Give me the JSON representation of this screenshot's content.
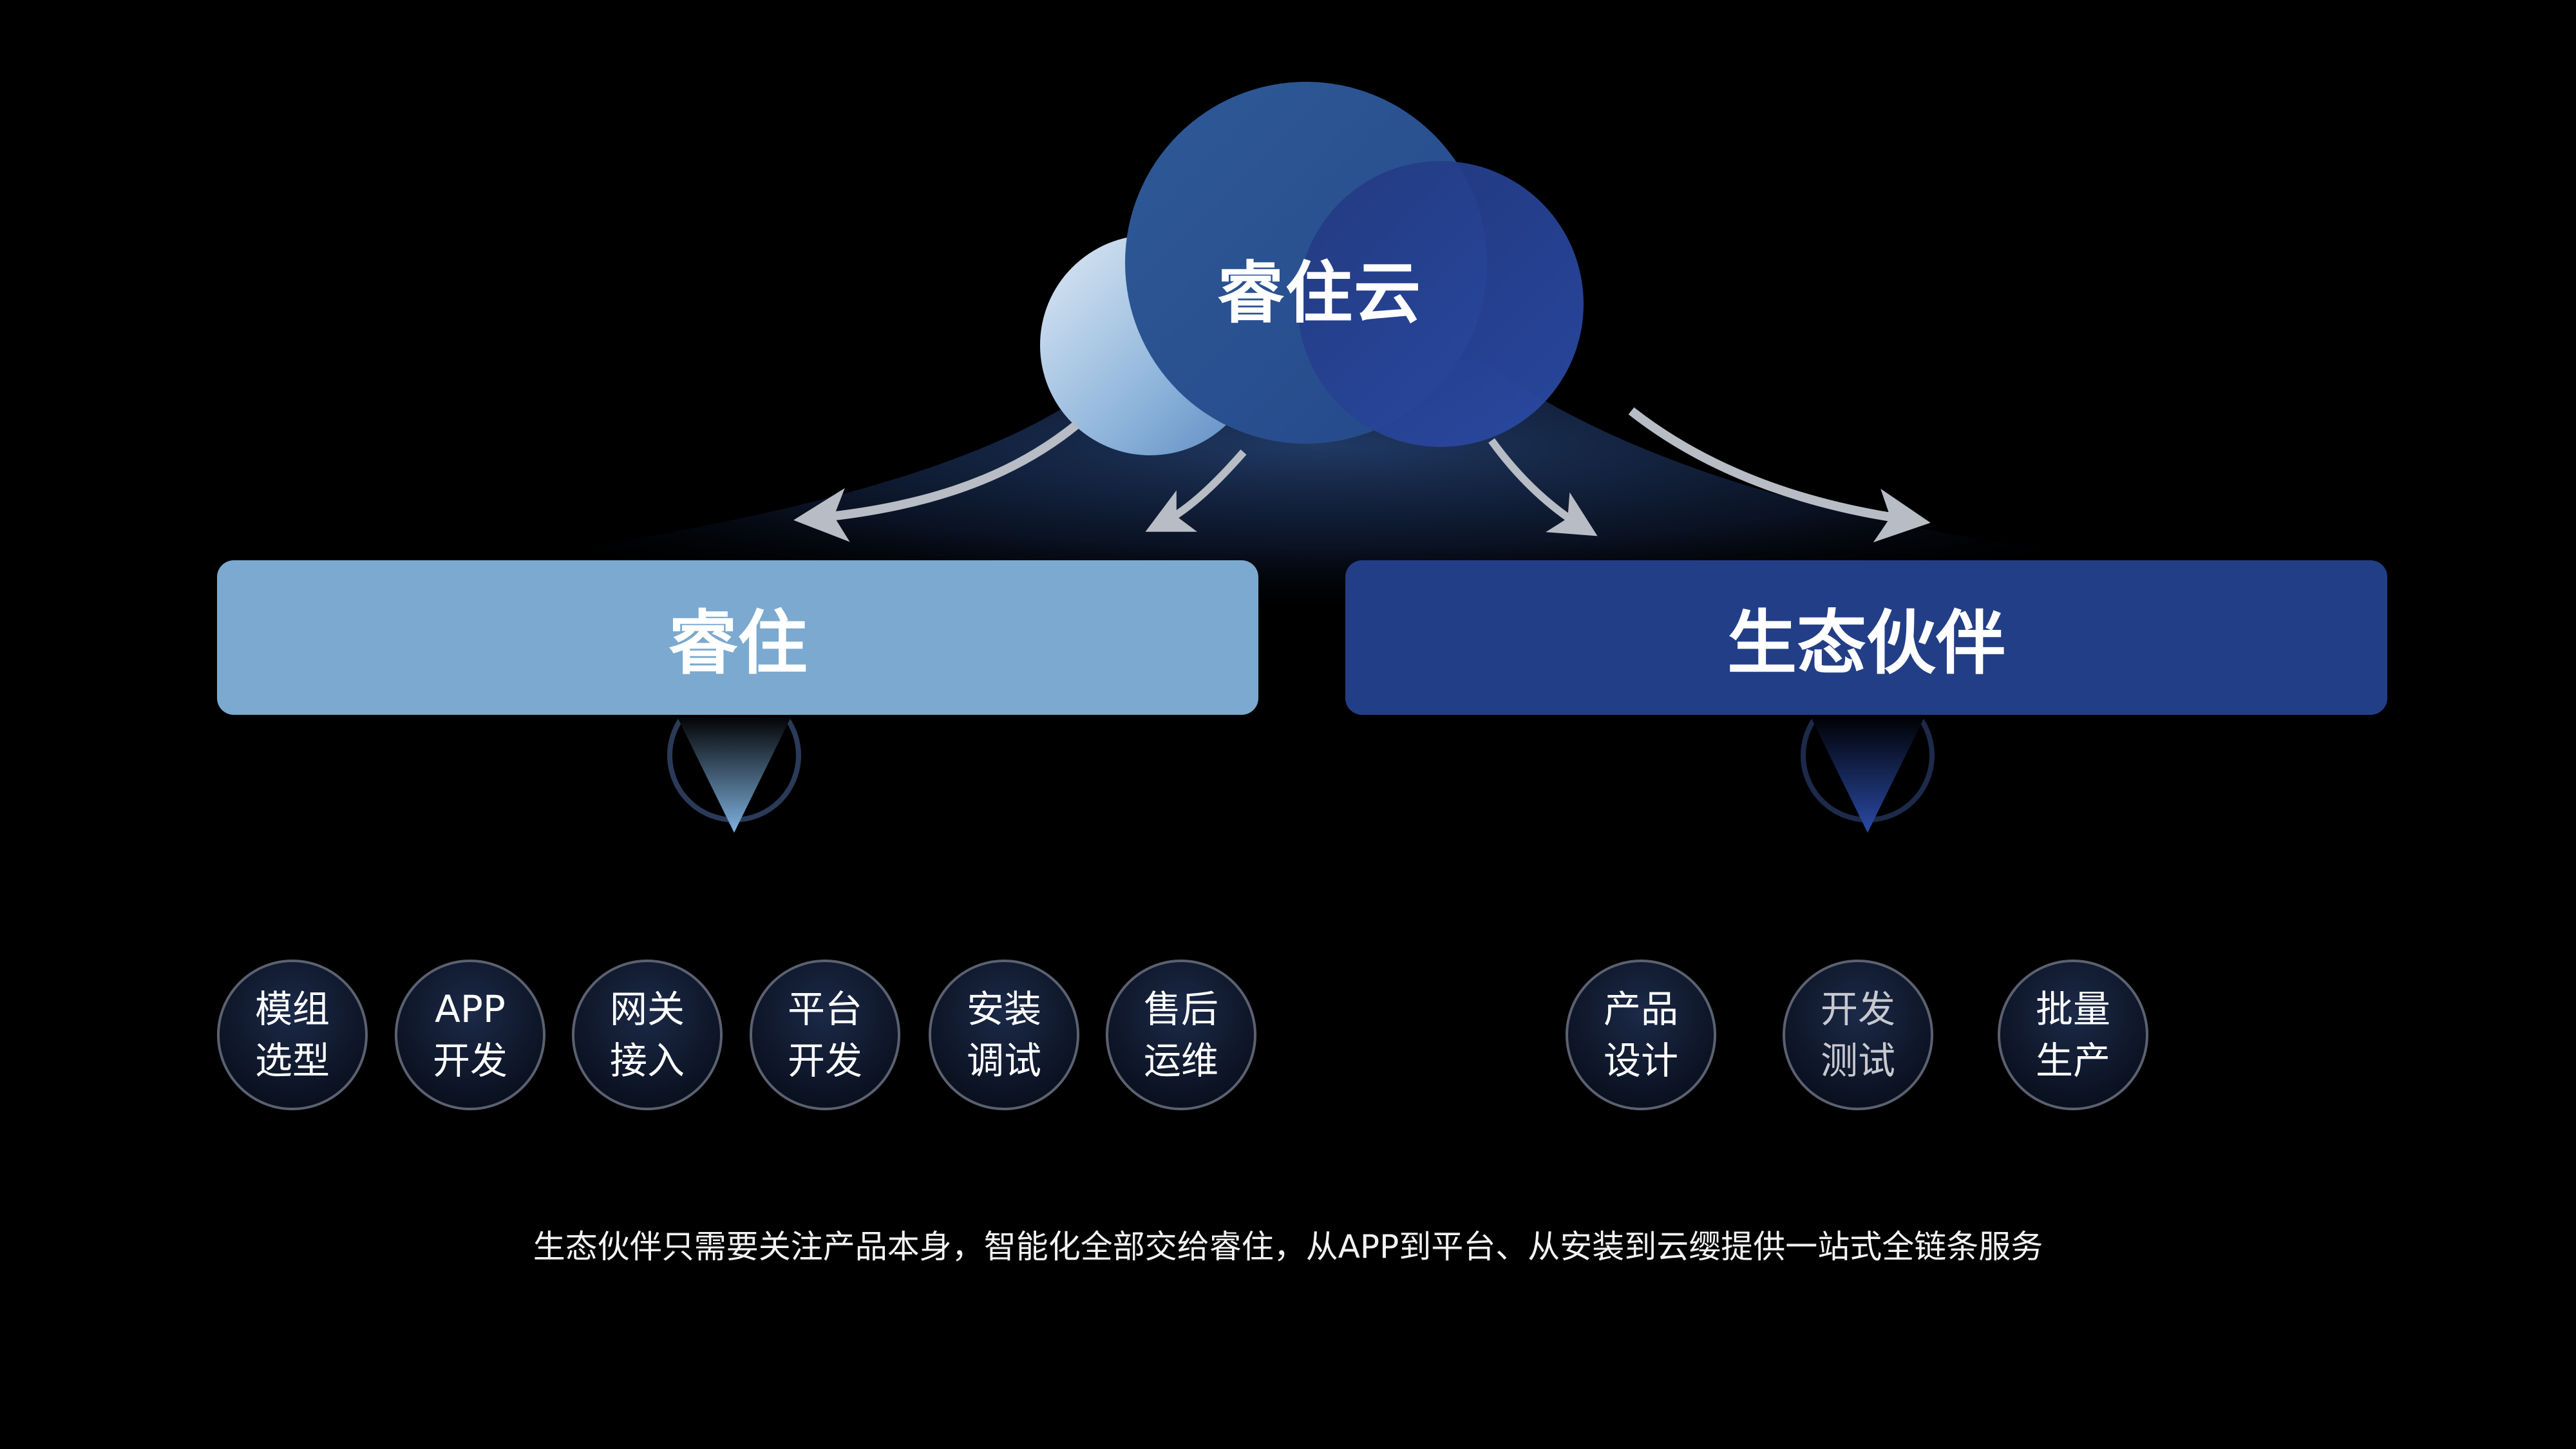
{
  "cloud": {
    "title": "睿住云"
  },
  "left_box": {
    "label": "睿住",
    "color": "#7ba9cf"
  },
  "right_box": {
    "label": "生态伙伴",
    "color": "#223e86"
  },
  "left_services": [
    {
      "line1": "模组",
      "line2": "选型"
    },
    {
      "line1": "APP",
      "line2": "开发"
    },
    {
      "line1": "网关",
      "line2": "接入"
    },
    {
      "line1": "平台",
      "line2": "开发"
    },
    {
      "line1": "安装",
      "line2": "调试"
    },
    {
      "line1": "售后",
      "line2": "运维"
    }
  ],
  "right_services": [
    {
      "line1": "产品",
      "line2": "设计"
    },
    {
      "line1": "开发",
      "line2": "测试"
    },
    {
      "line1": "批量",
      "line2": "生产"
    }
  ],
  "caption": "生态伙伴只需要关注产品本身，智能化全部交给睿住，从APP到平台、从安装到云缨提供一站式全链条服务"
}
